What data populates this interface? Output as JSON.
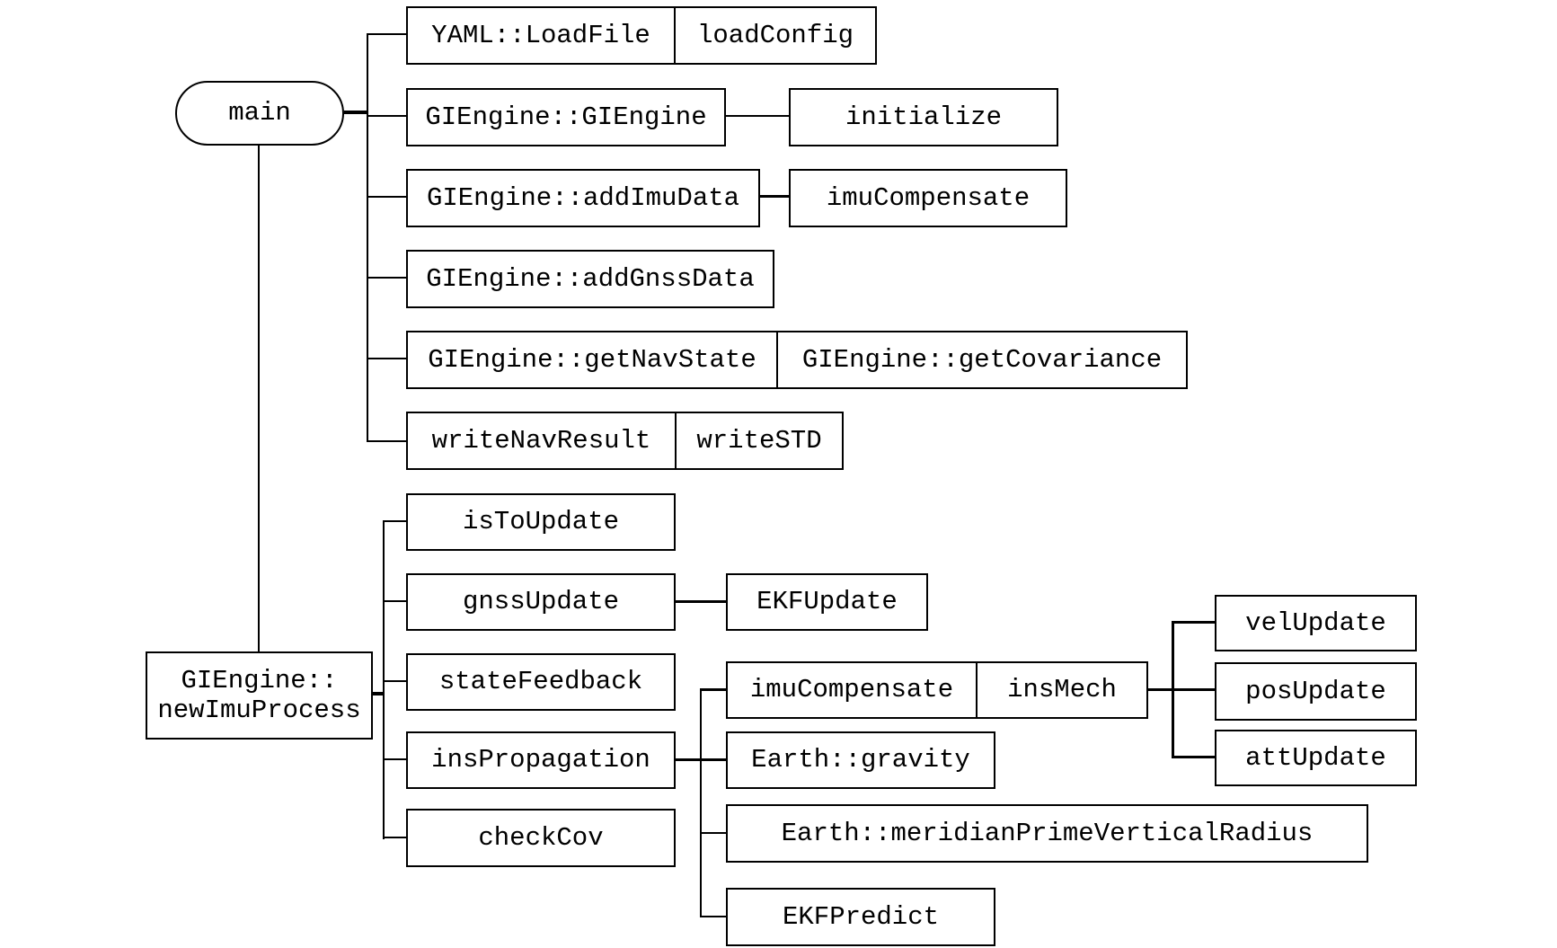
{
  "diagram": {
    "type": "call-tree",
    "colors": {
      "background": "#ffffff",
      "box_border": "#000000",
      "connector": "#000000",
      "text": "#000000"
    },
    "nodes": {
      "main": {
        "label": "main",
        "shape": "stadium"
      },
      "yaml_loadfile": {
        "label": "YAML::LoadFile"
      },
      "load_config": {
        "label": "loadConfig"
      },
      "giengine_ctor": {
        "label": "GIEngine::GIEngine"
      },
      "initialize": {
        "label": "initialize"
      },
      "add_imu_data": {
        "label": "GIEngine::addImuData"
      },
      "imu_compensate_main": {
        "label": "imuCompensate"
      },
      "add_gnss_data": {
        "label": "GIEngine::addGnssData"
      },
      "get_nav_state": {
        "label": "GIEngine::getNavState"
      },
      "get_covariance": {
        "label": "GIEngine::getCovariance"
      },
      "write_nav_result": {
        "label": "writeNavResult"
      },
      "write_std": {
        "label": "writeSTD"
      },
      "new_imu_process": {
        "label_line1": "GIEngine::",
        "label_line2": "newImuProcess"
      },
      "is_to_update": {
        "label": "isToUpdate"
      },
      "gnss_update": {
        "label": "gnssUpdate"
      },
      "ekf_update": {
        "label": "EKFUpdate"
      },
      "state_feedback": {
        "label": "stateFeedback"
      },
      "ins_propagation": {
        "label": "insPropagation"
      },
      "check_cov": {
        "label": "checkCov"
      },
      "imu_compensate_ins": {
        "label": "imuCompensate"
      },
      "ins_mech": {
        "label": "insMech"
      },
      "earth_gravity": {
        "label": "Earth::gravity"
      },
      "earth_meridian": {
        "label": "Earth::meridianPrimeVerticalRadius"
      },
      "ekf_predict": {
        "label": "EKFPredict"
      },
      "vel_update": {
        "label": "velUpdate"
      },
      "pos_update": {
        "label": "posUpdate"
      },
      "att_update": {
        "label": "attUpdate"
      }
    },
    "joined_pairs": [
      [
        "yaml_loadfile",
        "load_config"
      ],
      [
        "get_nav_state",
        "get_covariance"
      ],
      [
        "write_nav_result",
        "write_std"
      ],
      [
        "imu_compensate_ins",
        "ins_mech"
      ]
    ],
    "edges": [
      {
        "from": "main",
        "to": "yaml_loadfile"
      },
      {
        "from": "main",
        "to": "giengine_ctor"
      },
      {
        "from": "main",
        "to": "add_imu_data"
      },
      {
        "from": "main",
        "to": "add_gnss_data"
      },
      {
        "from": "main",
        "to": "get_nav_state"
      },
      {
        "from": "main",
        "to": "write_nav_result"
      },
      {
        "from": "main",
        "to": "new_imu_process"
      },
      {
        "from": "giengine_ctor",
        "to": "initialize"
      },
      {
        "from": "add_imu_data",
        "to": "imu_compensate_main"
      },
      {
        "from": "new_imu_process",
        "to": "is_to_update"
      },
      {
        "from": "new_imu_process",
        "to": "gnss_update"
      },
      {
        "from": "new_imu_process",
        "to": "state_feedback"
      },
      {
        "from": "new_imu_process",
        "to": "ins_propagation"
      },
      {
        "from": "new_imu_process",
        "to": "check_cov"
      },
      {
        "from": "gnss_update",
        "to": "ekf_update"
      },
      {
        "from": "ins_propagation",
        "to": "imu_compensate_ins"
      },
      {
        "from": "ins_propagation",
        "to": "earth_gravity"
      },
      {
        "from": "ins_propagation",
        "to": "earth_meridian"
      },
      {
        "from": "ins_propagation",
        "to": "ekf_predict"
      },
      {
        "from": "ins_mech",
        "to": "vel_update"
      },
      {
        "from": "ins_mech",
        "to": "pos_update"
      },
      {
        "from": "ins_mech",
        "to": "att_update"
      }
    ]
  }
}
